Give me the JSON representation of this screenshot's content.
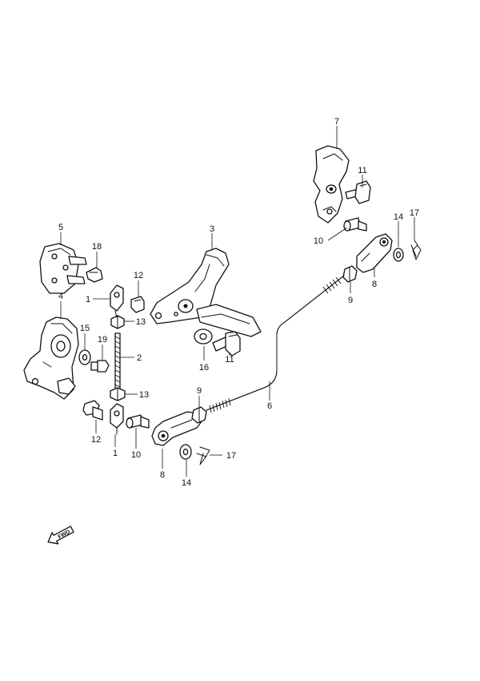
{
  "diagram": {
    "callouts": {
      "c1a": "1",
      "c1b": "1",
      "c2": "2",
      "c3": "3",
      "c4": "4",
      "c5": "5",
      "c6": "6",
      "c7": "7",
      "c8a": "8",
      "c8b": "8",
      "c9a": "9",
      "c9b": "9",
      "c10a": "10",
      "c10b": "10",
      "c11a": "11",
      "c11b": "11",
      "c12a": "12",
      "c12b": "12",
      "c13a": "13",
      "c13b": "13",
      "c14a": "14",
      "c14b": "14",
      "c15": "15",
      "c16": "16",
      "c17a": "17",
      "c17b": "17",
      "c18": "18",
      "c19": "19"
    },
    "direction_label": "FWD"
  }
}
